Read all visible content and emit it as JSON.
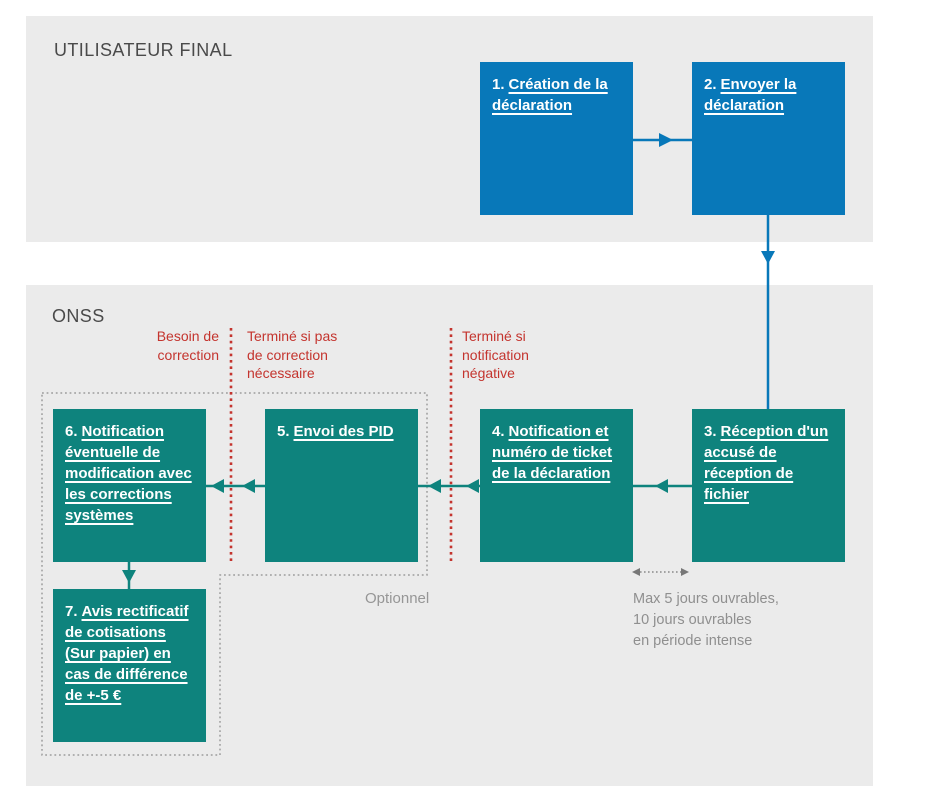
{
  "colors": {
    "blue": "#0878b9",
    "teal": "#0e837d",
    "red": "#c4342e",
    "section_background": "#ebebeb",
    "section_title_gray": "#4a4a4a",
    "annotation_gray": "#8f8f8f",
    "dotted_border_gray": "#9d9d9d",
    "box_text": "#ffffff"
  },
  "sections": {
    "utilisateur_final": {
      "title": "UTILISATEUR FINAL"
    },
    "onss": {
      "title": "ONSS"
    }
  },
  "steps": [
    {
      "number": "1.",
      "label": "Création de la déclaration"
    },
    {
      "number": "2.",
      "label": "Envoyer la déclaration"
    },
    {
      "number": "3.",
      "label": "Réception d'un accusé de réception de fichier"
    },
    {
      "number": "4.",
      "label": "Notification et numéro de ticket de la déclaration"
    },
    {
      "number": "5.",
      "label": "Envoi des PID"
    },
    {
      "number": "6.",
      "label": "Notification éventuelle de modification avec les corrections systèmes"
    },
    {
      "number": "7.",
      "label": "Avis rectificatif de cotisations (Sur papier) en cas de différence de +-5 €"
    }
  ],
  "annotations": {
    "besoin_correction": "Besoin de\ncorrection",
    "termine_si_pas": "Terminé si pas\nde correction\nnécessaire",
    "termine_si_negative": "Terminé si\nnotification\nnégative",
    "optionnel": "Optionnel",
    "delai": "Max 5 jours ouvrables,\n10 jours ouvrables\nen période intense"
  }
}
